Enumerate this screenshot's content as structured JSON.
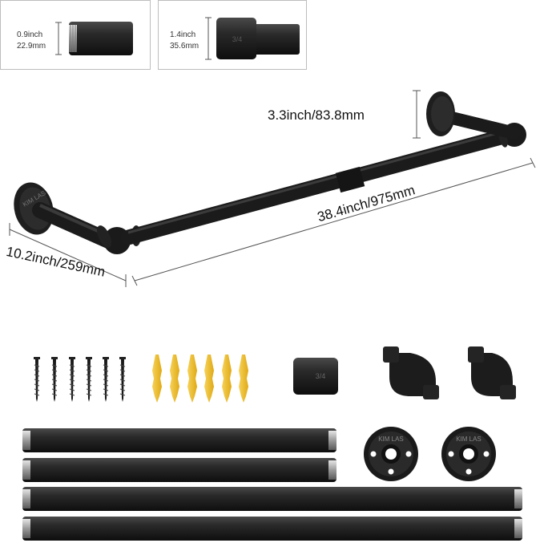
{
  "detail_boxes": [
    {
      "inch": "0.9inch",
      "mm": "22.9mm"
    },
    {
      "inch": "1.4inch",
      "mm": "35.6mm"
    }
  ],
  "coupling_mark": "3/4",
  "flange_mark": "KIM LAS",
  "dimensions": {
    "height": "3.3inch/83.8mm",
    "length": "38.4inch/975mm",
    "depth": "10.2inch/259mm"
  },
  "parts": {
    "screws": 6,
    "anchors": 6,
    "couplings": 1,
    "elbows": 2,
    "flanges": 2,
    "pipes": 4
  },
  "colors": {
    "pipe": "#1c1c1c",
    "pipe_highlight": "#3a3a3a",
    "thread": "#b9b9b9",
    "anchor": "#f2c12e"
  }
}
